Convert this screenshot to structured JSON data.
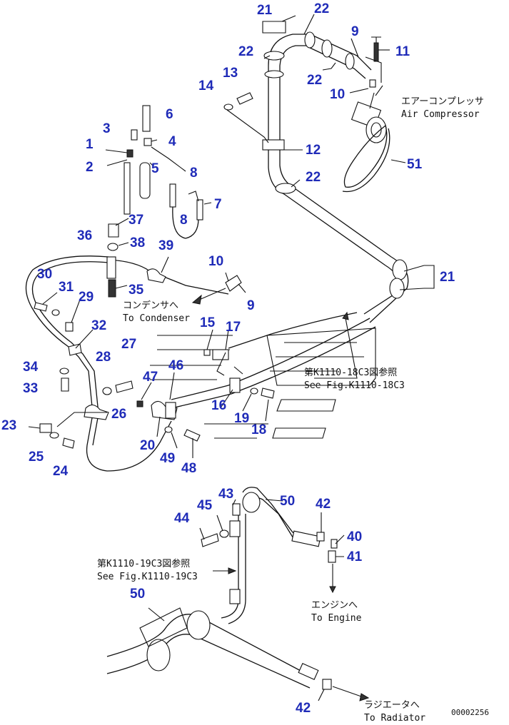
{
  "captions": {
    "air_compressor_jp": "エアーコンプレッサ",
    "air_compressor_en": "Air Compressor",
    "condenser_jp": "コンデンサへ",
    "condenser_en": "To Condenser",
    "engine_jp": "エンジンへ",
    "engine_en": "To Engine",
    "radiator_jp": "ラジエータへ",
    "radiator_en": "To Radiator",
    "see_fig1_jp": "第K1110-18C3図参照",
    "see_fig1_en": "See Fig.K1110-18C3",
    "see_fig2_jp": "第K1110-19C3図参照",
    "see_fig2_en": "See Fig.K1110-19C3",
    "drawing_number": "00002256"
  },
  "part_numbers": {
    "p1": "1",
    "p2": "2",
    "p3": "3",
    "p4": "4",
    "p5": "5",
    "p6": "6",
    "p7": "7",
    "p8a": "8",
    "p8b": "8",
    "p9a": "9",
    "p9b": "9",
    "p10a": "10",
    "p10b": "10",
    "p11": "11",
    "p12": "12",
    "p13": "13",
    "p14": "14",
    "p15": "15",
    "p16": "16",
    "p17": "17",
    "p18": "18",
    "p19": "19",
    "p20": "20",
    "p21a": "21",
    "p21b": "21",
    "p22a": "22",
    "p22b": "22",
    "p22c": "22",
    "p22d": "22",
    "p23": "23",
    "p24": "24",
    "p25": "25",
    "p26": "26",
    "p27": "27",
    "p28": "28",
    "p29": "29",
    "p30": "30",
    "p31": "31",
    "p32": "32",
    "p33": "33",
    "p34": "34",
    "p35": "35",
    "p36": "36",
    "p37": "37",
    "p38": "38",
    "p39": "39",
    "p40": "40",
    "p41": "41",
    "p42a": "42",
    "p42b": "42",
    "p43": "43",
    "p44": "44",
    "p45": "45",
    "p46": "46",
    "p47": "47",
    "p48": "48",
    "p49": "49",
    "p50a": "50",
    "p50b": "50",
    "p51": "51"
  }
}
